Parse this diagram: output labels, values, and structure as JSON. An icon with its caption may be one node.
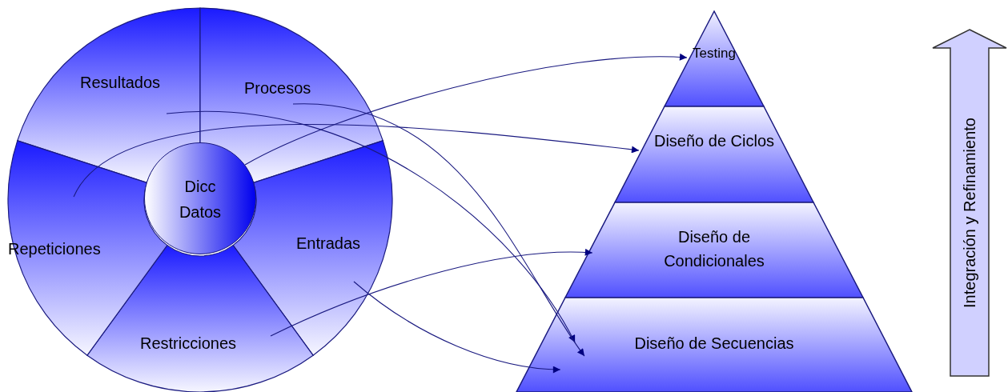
{
  "diagram": {
    "nodes": [
      {
        "text": [
          "Resultados"
        ]
      },
      {
        "text": [
          "Procesos"
        ]
      },
      {
        "text": [
          "Dicc Datos"
        ]
      },
      {
        "text": [
          "Repeticiones"
        ]
      },
      {
        "text": [
          "Entradas"
        ]
      },
      {
        "text": [
          "Restricciones"
        ]
      },
      {
        "text": [
          "Testing"
        ]
      },
      {
        "text": [
          "Diseño de Ciclos"
        ]
      },
      {
        "text": [
          "Diseño de Condicionales"
        ]
      },
      {
        "text": [
          "Diseño de Secuencias"
        ]
      },
      {
        "text": [
          "Integración y Refinamiento"
        ]
      }
    ],
    "edges": [
      {
        "from": 2,
        "to": 6,
        "arrow": "to"
      },
      {
        "from": 3,
        "to": 7,
        "arrow": "to"
      },
      {
        "from": 0,
        "to": 9,
        "arrow": "to"
      },
      {
        "from": 1,
        "to": 9,
        "arrow": "to"
      },
      {
        "from": 5,
        "to": 8,
        "arrow": "to"
      },
      {
        "from": 4,
        "to": 9,
        "arrow": "to"
      }
    ]
  }
}
